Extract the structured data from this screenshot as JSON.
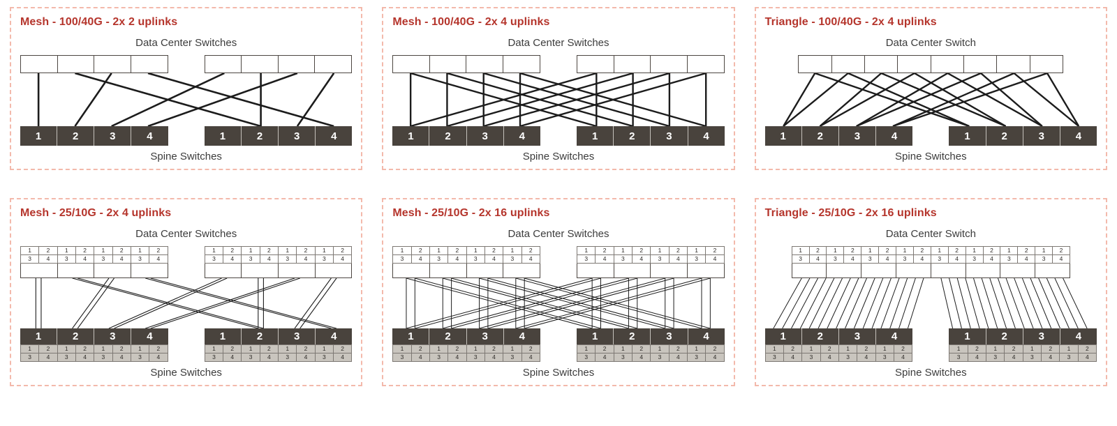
{
  "colors": {
    "accent_red": "#b5352c",
    "panel_border": "#f3b9ab",
    "box_border": "#4c4641",
    "dark_fill": "#49433d",
    "gray_cell": "#c9c5be",
    "line": "#1c1c1c",
    "label_text": "#3c3c3c"
  },
  "panels": [
    {
      "title": "Mesh - 100/40G - 2x 2 uplinks",
      "top_label": "Data Center Switches",
      "bottom_label": "Spine Switches",
      "style": "plain",
      "dc_groups": [
        {
          "switches": 4,
          "width": 44.5
        },
        {
          "switches": 4,
          "width": 44.5
        }
      ],
      "spine_groups": [
        {
          "labels": [
            "1",
            "2",
            "3",
            "4"
          ],
          "width": 44.5
        },
        {
          "labels": [
            "1",
            "2",
            "3",
            "4"
          ],
          "width": 44.5
        }
      ],
      "line_width": 2.6,
      "dup_offset": 0,
      "lines": [
        [
          5.5,
          5.5
        ],
        [
          16.5,
          72.5
        ],
        [
          27.5,
          16.5
        ],
        [
          38.5,
          94.5
        ],
        [
          61.5,
          27.5
        ],
        [
          72.5,
          72.5
        ],
        [
          83.5,
          38.5
        ],
        [
          94.5,
          83.5
        ]
      ]
    },
    {
      "title": "Mesh - 100/40G - 2x 4 uplinks",
      "top_label": "Data Center Switches",
      "bottom_label": "Spine Switches",
      "style": "plain",
      "dc_groups": [
        {
          "switches": 4,
          "width": 44.5
        },
        {
          "switches": 4,
          "width": 44.5
        }
      ],
      "spine_groups": [
        {
          "labels": [
            "1",
            "2",
            "3",
            "4"
          ],
          "width": 44.5
        },
        {
          "labels": [
            "1",
            "2",
            "3",
            "4"
          ],
          "width": 44.5
        }
      ],
      "line_width": 2.4,
      "dup_offset": 0,
      "lines": [
        [
          5.5,
          5.5
        ],
        [
          16.5,
          16.5
        ],
        [
          27.5,
          27.5
        ],
        [
          38.5,
          38.5
        ],
        [
          5.5,
          61.5
        ],
        [
          16.5,
          72.5
        ],
        [
          27.5,
          83.5
        ],
        [
          38.5,
          94.5
        ],
        [
          61.5,
          61.5
        ],
        [
          72.5,
          72.5
        ],
        [
          83.5,
          83.5
        ],
        [
          94.5,
          94.5
        ],
        [
          61.5,
          5.5
        ],
        [
          72.5,
          16.5
        ],
        [
          83.5,
          27.5
        ],
        [
          94.5,
          38.5
        ]
      ]
    },
    {
      "title": "Triangle - 100/40G - 2x 4 uplinks",
      "top_label": "Data Center Switch",
      "bottom_label": "Spine Switches",
      "style": "plain",
      "dc_groups": [
        {
          "switches": 8,
          "width": 80
        }
      ],
      "spine_groups": [
        {
          "labels": [
            "1",
            "2",
            "3",
            "4"
          ],
          "width": 44.5
        },
        {
          "labels": [
            "1",
            "2",
            "3",
            "4"
          ],
          "width": 44.5
        }
      ],
      "line_width": 2.4,
      "dup_offset": 0,
      "lines": [
        [
          15,
          5.5
        ],
        [
          15,
          61.5
        ],
        [
          25,
          5.5
        ],
        [
          25,
          61.5
        ],
        [
          35,
          16.5
        ],
        [
          35,
          72.5
        ],
        [
          45,
          16.5
        ],
        [
          45,
          72.5
        ],
        [
          55,
          27.5
        ],
        [
          55,
          83.5
        ],
        [
          65,
          27.5
        ],
        [
          65,
          83.5
        ],
        [
          75,
          38.5
        ],
        [
          75,
          94.5
        ],
        [
          85,
          38.5
        ],
        [
          85,
          94.5
        ]
      ]
    },
    {
      "title": "Mesh - 25/10G - 2x 4 uplinks",
      "top_label": "Data Center Switches",
      "bottom_label": "Spine Switches",
      "style": "ported",
      "dc_groups": [
        {
          "switches": 4,
          "width": 44.5,
          "ports_top": [
            "1",
            "2"
          ],
          "ports_bottom": [
            "3",
            "4"
          ]
        },
        {
          "switches": 4,
          "width": 44.5,
          "ports_top": [
            "1",
            "2"
          ],
          "ports_bottom": [
            "3",
            "4"
          ]
        }
      ],
      "spine_groups": [
        {
          "labels": [
            "1",
            "2",
            "3",
            "4"
          ],
          "width": 44.5,
          "ports_top": [
            "1",
            "2"
          ],
          "ports_bottom": [
            "3",
            "4"
          ]
        },
        {
          "labels": [
            "1",
            "2",
            "3",
            "4"
          ],
          "width": 44.5,
          "ports_top": [
            "1",
            "2"
          ],
          "ports_bottom": [
            "3",
            "4"
          ]
        }
      ],
      "line_width": 1.1,
      "dup_offset": 0.8,
      "lines": [
        [
          5.5,
          5.5
        ],
        [
          16.5,
          72.5
        ],
        [
          27.5,
          16.5
        ],
        [
          38.5,
          94.5
        ],
        [
          61.5,
          27.5
        ],
        [
          72.5,
          72.5
        ],
        [
          83.5,
          38.5
        ],
        [
          94.5,
          83.5
        ]
      ]
    },
    {
      "title": "Mesh - 25/10G - 2x 16 uplinks",
      "top_label": "Data Center Switches",
      "bottom_label": "Spine Switches",
      "style": "ported",
      "dc_groups": [
        {
          "switches": 4,
          "width": 44.5,
          "ports_top": [
            "1",
            "2"
          ],
          "ports_bottom": [
            "3",
            "4"
          ]
        },
        {
          "switches": 4,
          "width": 44.5,
          "ports_top": [
            "1",
            "2"
          ],
          "ports_bottom": [
            "3",
            "4"
          ]
        }
      ],
      "spine_groups": [
        {
          "labels": [
            "1",
            "2",
            "3",
            "4"
          ],
          "width": 44.5,
          "ports_top": [
            "1",
            "2"
          ],
          "ports_bottom": [
            "3",
            "4"
          ]
        },
        {
          "labels": [
            "1",
            "2",
            "3",
            "4"
          ],
          "width": 44.5,
          "ports_top": [
            "1",
            "2"
          ],
          "ports_bottom": [
            "3",
            "4"
          ]
        }
      ],
      "line_width": 1,
      "dup_offset": 1.3,
      "lines": [
        [
          5.5,
          5.5
        ],
        [
          16.5,
          16.5
        ],
        [
          27.5,
          27.5
        ],
        [
          38.5,
          38.5
        ],
        [
          5.5,
          61.5
        ],
        [
          16.5,
          72.5
        ],
        [
          27.5,
          83.5
        ],
        [
          38.5,
          94.5
        ],
        [
          61.5,
          61.5
        ],
        [
          72.5,
          72.5
        ],
        [
          83.5,
          83.5
        ],
        [
          94.5,
          94.5
        ],
        [
          61.5,
          5.5
        ],
        [
          72.5,
          16.5
        ],
        [
          83.5,
          27.5
        ],
        [
          94.5,
          38.5
        ]
      ]
    },
    {
      "title": "Triangle - 25/10G - 2x 16 uplinks",
      "top_label": "Data Center Switch",
      "bottom_label": "Spine Switches",
      "style": "ported",
      "dc_groups": [
        {
          "switches": 8,
          "width": 84,
          "ports_top": [
            "1",
            "2"
          ],
          "ports_bottom": [
            "3",
            "4"
          ]
        }
      ],
      "spine_groups": [
        {
          "labels": [
            "1",
            "2",
            "3",
            "4"
          ],
          "width": 44.5,
          "ports_top": [
            "1",
            "2"
          ],
          "ports_bottom": [
            "3",
            "4"
          ]
        },
        {
          "labels": [
            "1",
            "2",
            "3",
            "4"
          ],
          "width": 44.5,
          "ports_top": [
            "1",
            "2"
          ],
          "ports_bottom": [
            "3",
            "4"
          ]
        }
      ],
      "line_width": 1,
      "dup_offset": 0,
      "lines": [
        [
          11,
          2.5
        ],
        [
          13.45,
          5.2
        ],
        [
          15.9,
          7.9
        ],
        [
          18.35,
          10.6
        ],
        [
          20.8,
          13.3
        ],
        [
          23.25,
          16
        ],
        [
          25.7,
          18.7
        ],
        [
          28.15,
          21.4
        ],
        [
          30.6,
          24.1
        ],
        [
          33.05,
          26.8
        ],
        [
          35.5,
          29.5
        ],
        [
          37.95,
          32.2
        ],
        [
          40.4,
          34.9
        ],
        [
          42.85,
          37.6
        ],
        [
          45.3,
          40.3
        ],
        [
          47.75,
          43
        ],
        [
          53,
          56.5
        ],
        [
          55.45,
          59.2
        ],
        [
          57.9,
          61.9
        ],
        [
          60.35,
          64.6
        ],
        [
          62.8,
          67.3
        ],
        [
          65.25,
          70
        ],
        [
          67.7,
          72.7
        ],
        [
          70.15,
          75.4
        ],
        [
          72.6,
          78.1
        ],
        [
          75.05,
          80.8
        ],
        [
          77.5,
          83.5
        ],
        [
          79.95,
          86.2
        ],
        [
          82.4,
          88.9
        ],
        [
          84.85,
          91.6
        ],
        [
          87.3,
          94.3
        ],
        [
          89.75,
          97
        ]
      ]
    }
  ]
}
